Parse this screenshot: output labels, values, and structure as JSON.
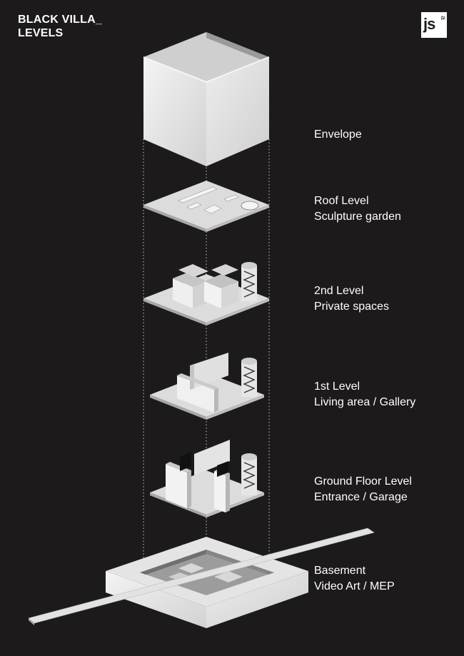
{
  "title": {
    "line1": "BLACK VILLA_",
    "line2": "LEVELS"
  },
  "logo": {
    "main": "js",
    "sub": "a"
  },
  "levels": [
    {
      "line1": "Envelope",
      "line2": ""
    },
    {
      "line1": "Roof Level",
      "line2": "Sculpture garden"
    },
    {
      "line1": "2nd Level",
      "line2": "Private spaces"
    },
    {
      "line1": "1st Level",
      "line2": "Living area / Gallery"
    },
    {
      "line1": "Ground Floor Level",
      "line2": "Entrance / Garage"
    },
    {
      "line1": "Basement",
      "line2": "Video Art / MEP"
    }
  ],
  "colors": {
    "background": "#1c1a1b",
    "text": "#ffffff",
    "model": "#e4e4e4"
  }
}
